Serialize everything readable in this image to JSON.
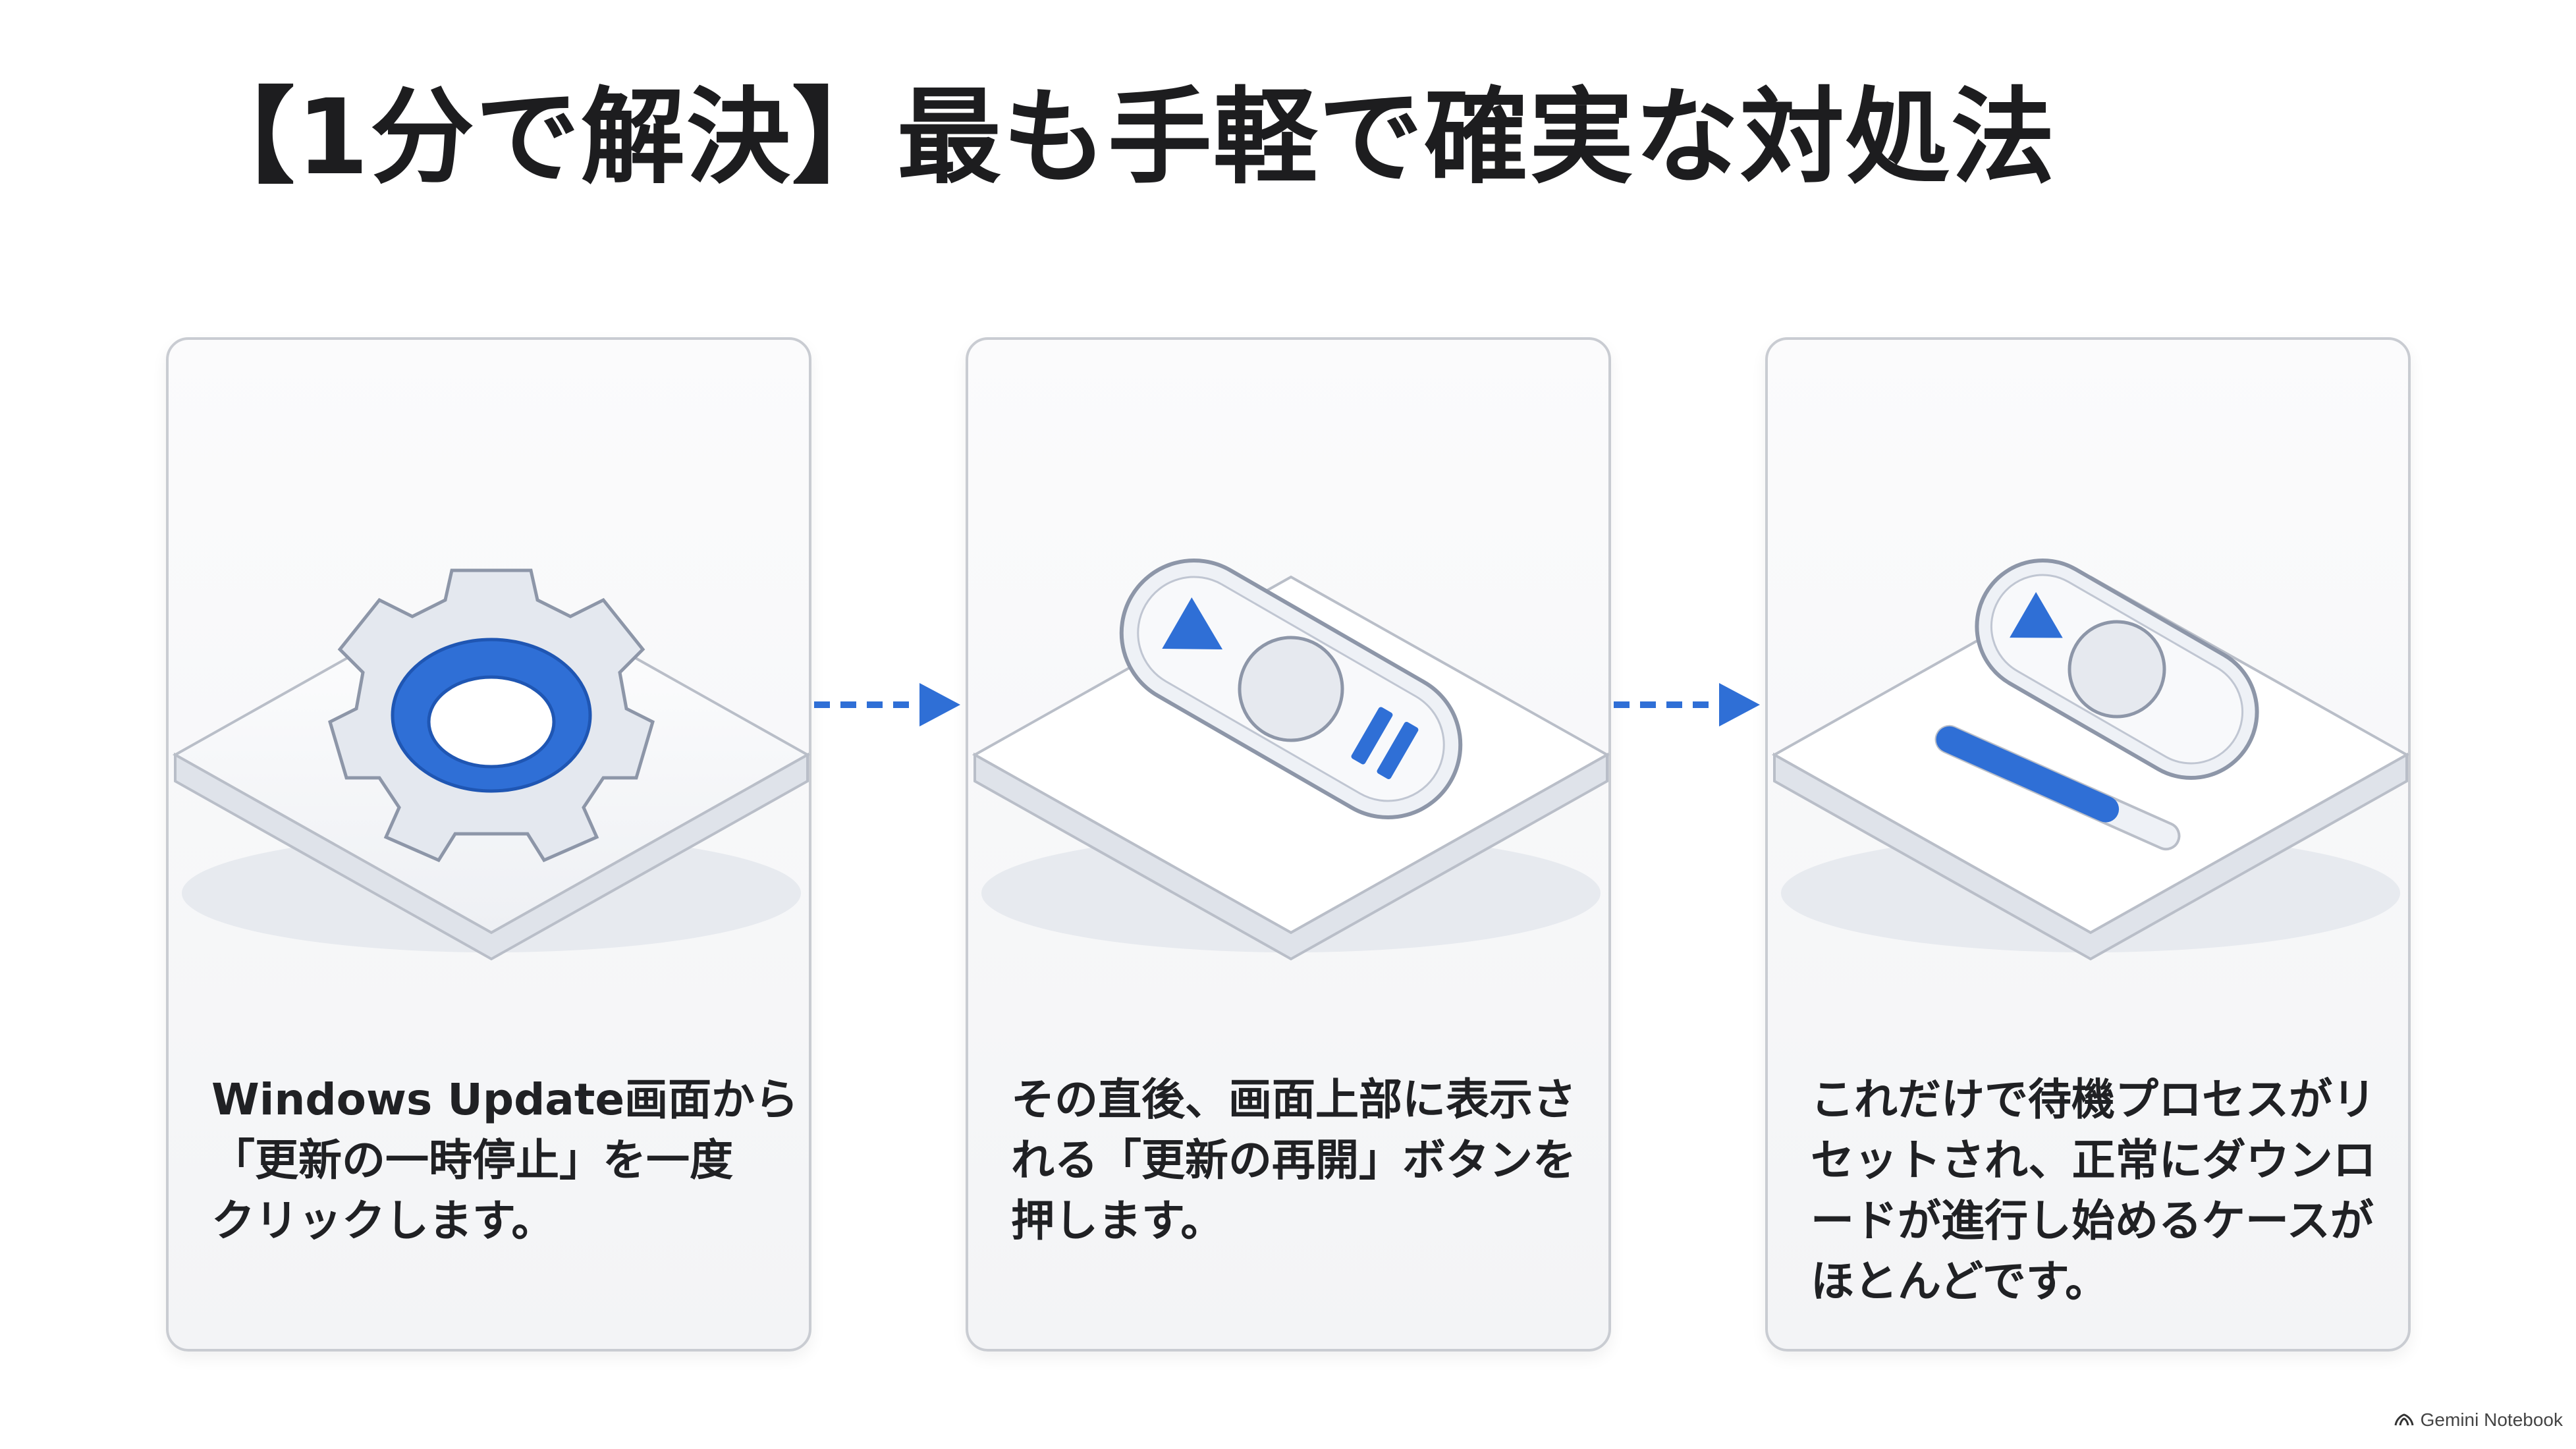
{
  "title": "【1分で解決】最も手軽で確実な対処法",
  "steps": [
    {
      "lines": [
        "Windows Update画面から",
        "「更新の一時停止」を一度",
        "クリックします。"
      ],
      "icon": "gear-icon"
    },
    {
      "lines": [
        "その直後、画面上部に表示さ",
        "れる「更新の再開」ボタンを",
        "押します。"
      ],
      "icon": "play-pause-toggle-icon"
    },
    {
      "lines": [
        "これだけで待機プロセスがリ",
        "セットされ、正常にダウンロ",
        "ードが進行し始めるケースが",
        "ほとんどです。"
      ],
      "icon": "play-progress-icon"
    }
  ],
  "arrows": [
    "dashed-arrow-right-icon",
    "dashed-arrow-right-icon"
  ],
  "branding": {
    "text": "Gemini Notebook",
    "icon": "notebook-logo-icon"
  },
  "colors": {
    "accent": "#2f6fd6",
    "card_border": "#c9ccd2",
    "text": "#202124"
  }
}
